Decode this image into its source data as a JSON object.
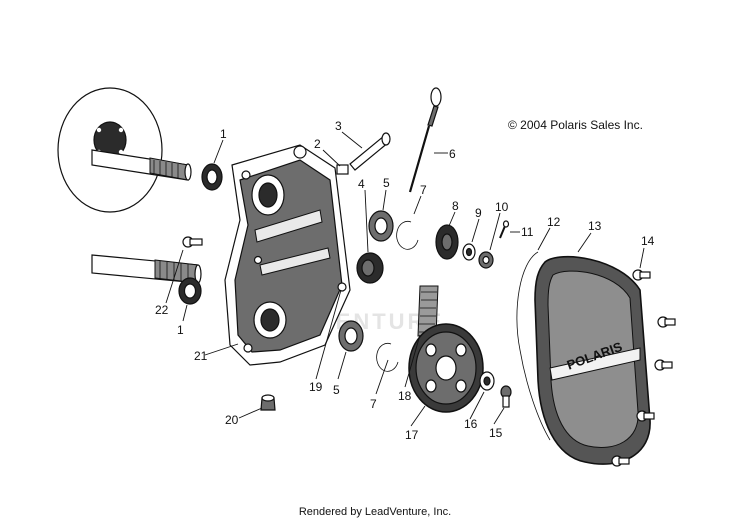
{
  "diagram": {
    "copyright": "© 2004 Polaris Sales Inc.",
    "footer": "Rendered by LeadVenture, Inc.",
    "watermark": "VENTURE",
    "cover_brand": "POLARIS",
    "callouts": {
      "c1_upper": "1",
      "c2": "2",
      "c3": "3",
      "c4": "4",
      "c5_upper": "5",
      "c6": "6",
      "c7_upper": "7",
      "c8": "8",
      "c9": "9",
      "c10": "10",
      "c11": "11",
      "c12": "12",
      "c13": "13",
      "c14": "14",
      "c15": "15",
      "c16": "16",
      "c17": "17",
      "c18": "18",
      "c19": "19",
      "c20": "20",
      "c21": "21",
      "c22": "22",
      "c1_lower": "1",
      "c5_lower": "5",
      "c7_lower": "7"
    }
  }
}
